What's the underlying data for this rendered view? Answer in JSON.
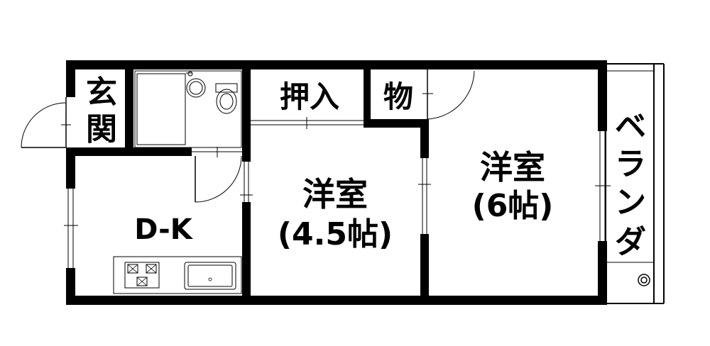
{
  "rooms": {
    "entrance": {
      "line1": "玄",
      "line2": "関"
    },
    "closet_left": "押入",
    "closet_right": "物",
    "balcony": [
      "ベ",
      "ラ",
      "ン",
      "ダ"
    ],
    "dining_kitchen": "D-K",
    "western_small": {
      "name": "洋室",
      "size": "(4.5帖)"
    },
    "western_large": {
      "name": "洋室",
      "size": "(6帖)"
    }
  },
  "colors": {
    "wall": "#000000",
    "background": "#ffffff",
    "line": "#000000"
  }
}
